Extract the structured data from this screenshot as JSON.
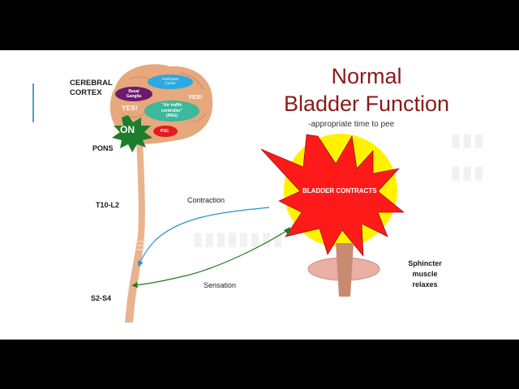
{
  "title": {
    "line1": "Normal",
    "line2": "Bladder Function",
    "subtitle": "-appropriate time to pee"
  },
  "brain": {
    "cerebral_cortex": [
      "CEREBRAL",
      "CORTEX"
    ],
    "prefrontal_cortex": [
      "Prefrontal",
      "Cortex"
    ],
    "basal_ganglia": [
      "Basal",
      "Ganglia"
    ],
    "pag": [
      "\"Air traffic",
      "controller\"",
      "(PAG)"
    ],
    "yes_left": "YES!",
    "yes_right": "YES!",
    "on": "ON",
    "psc": "PSC",
    "pons": "PONS"
  },
  "spine": {
    "t10_l2": "T10-L2",
    "s2_s4": "S2-S4"
  },
  "signals": {
    "contraction": "Contraction",
    "sensation": "Sensation"
  },
  "bladder": {
    "label": "BLADDER CONTRACTS"
  },
  "sphincter": {
    "label": [
      "Sphincter",
      "muscle",
      "relaxes"
    ]
  },
  "colors": {
    "brain": "#e6a87c",
    "spinal_cord": "#e9b390",
    "prefrontal": "#2ea8e0",
    "basal_ganglia": "#6a1b6e",
    "pag": "#3cb89a",
    "on_star": "#1e7d2b",
    "psc": "#e21b1b",
    "bladder_bg": "#fff200",
    "bladder_star": "#ff1a1a",
    "sphincter": "#eab0a4",
    "contraction_arrow": "#2a8fc7",
    "sensation_arrow": "#1e7a1e",
    "title": "#8b1a1a"
  }
}
